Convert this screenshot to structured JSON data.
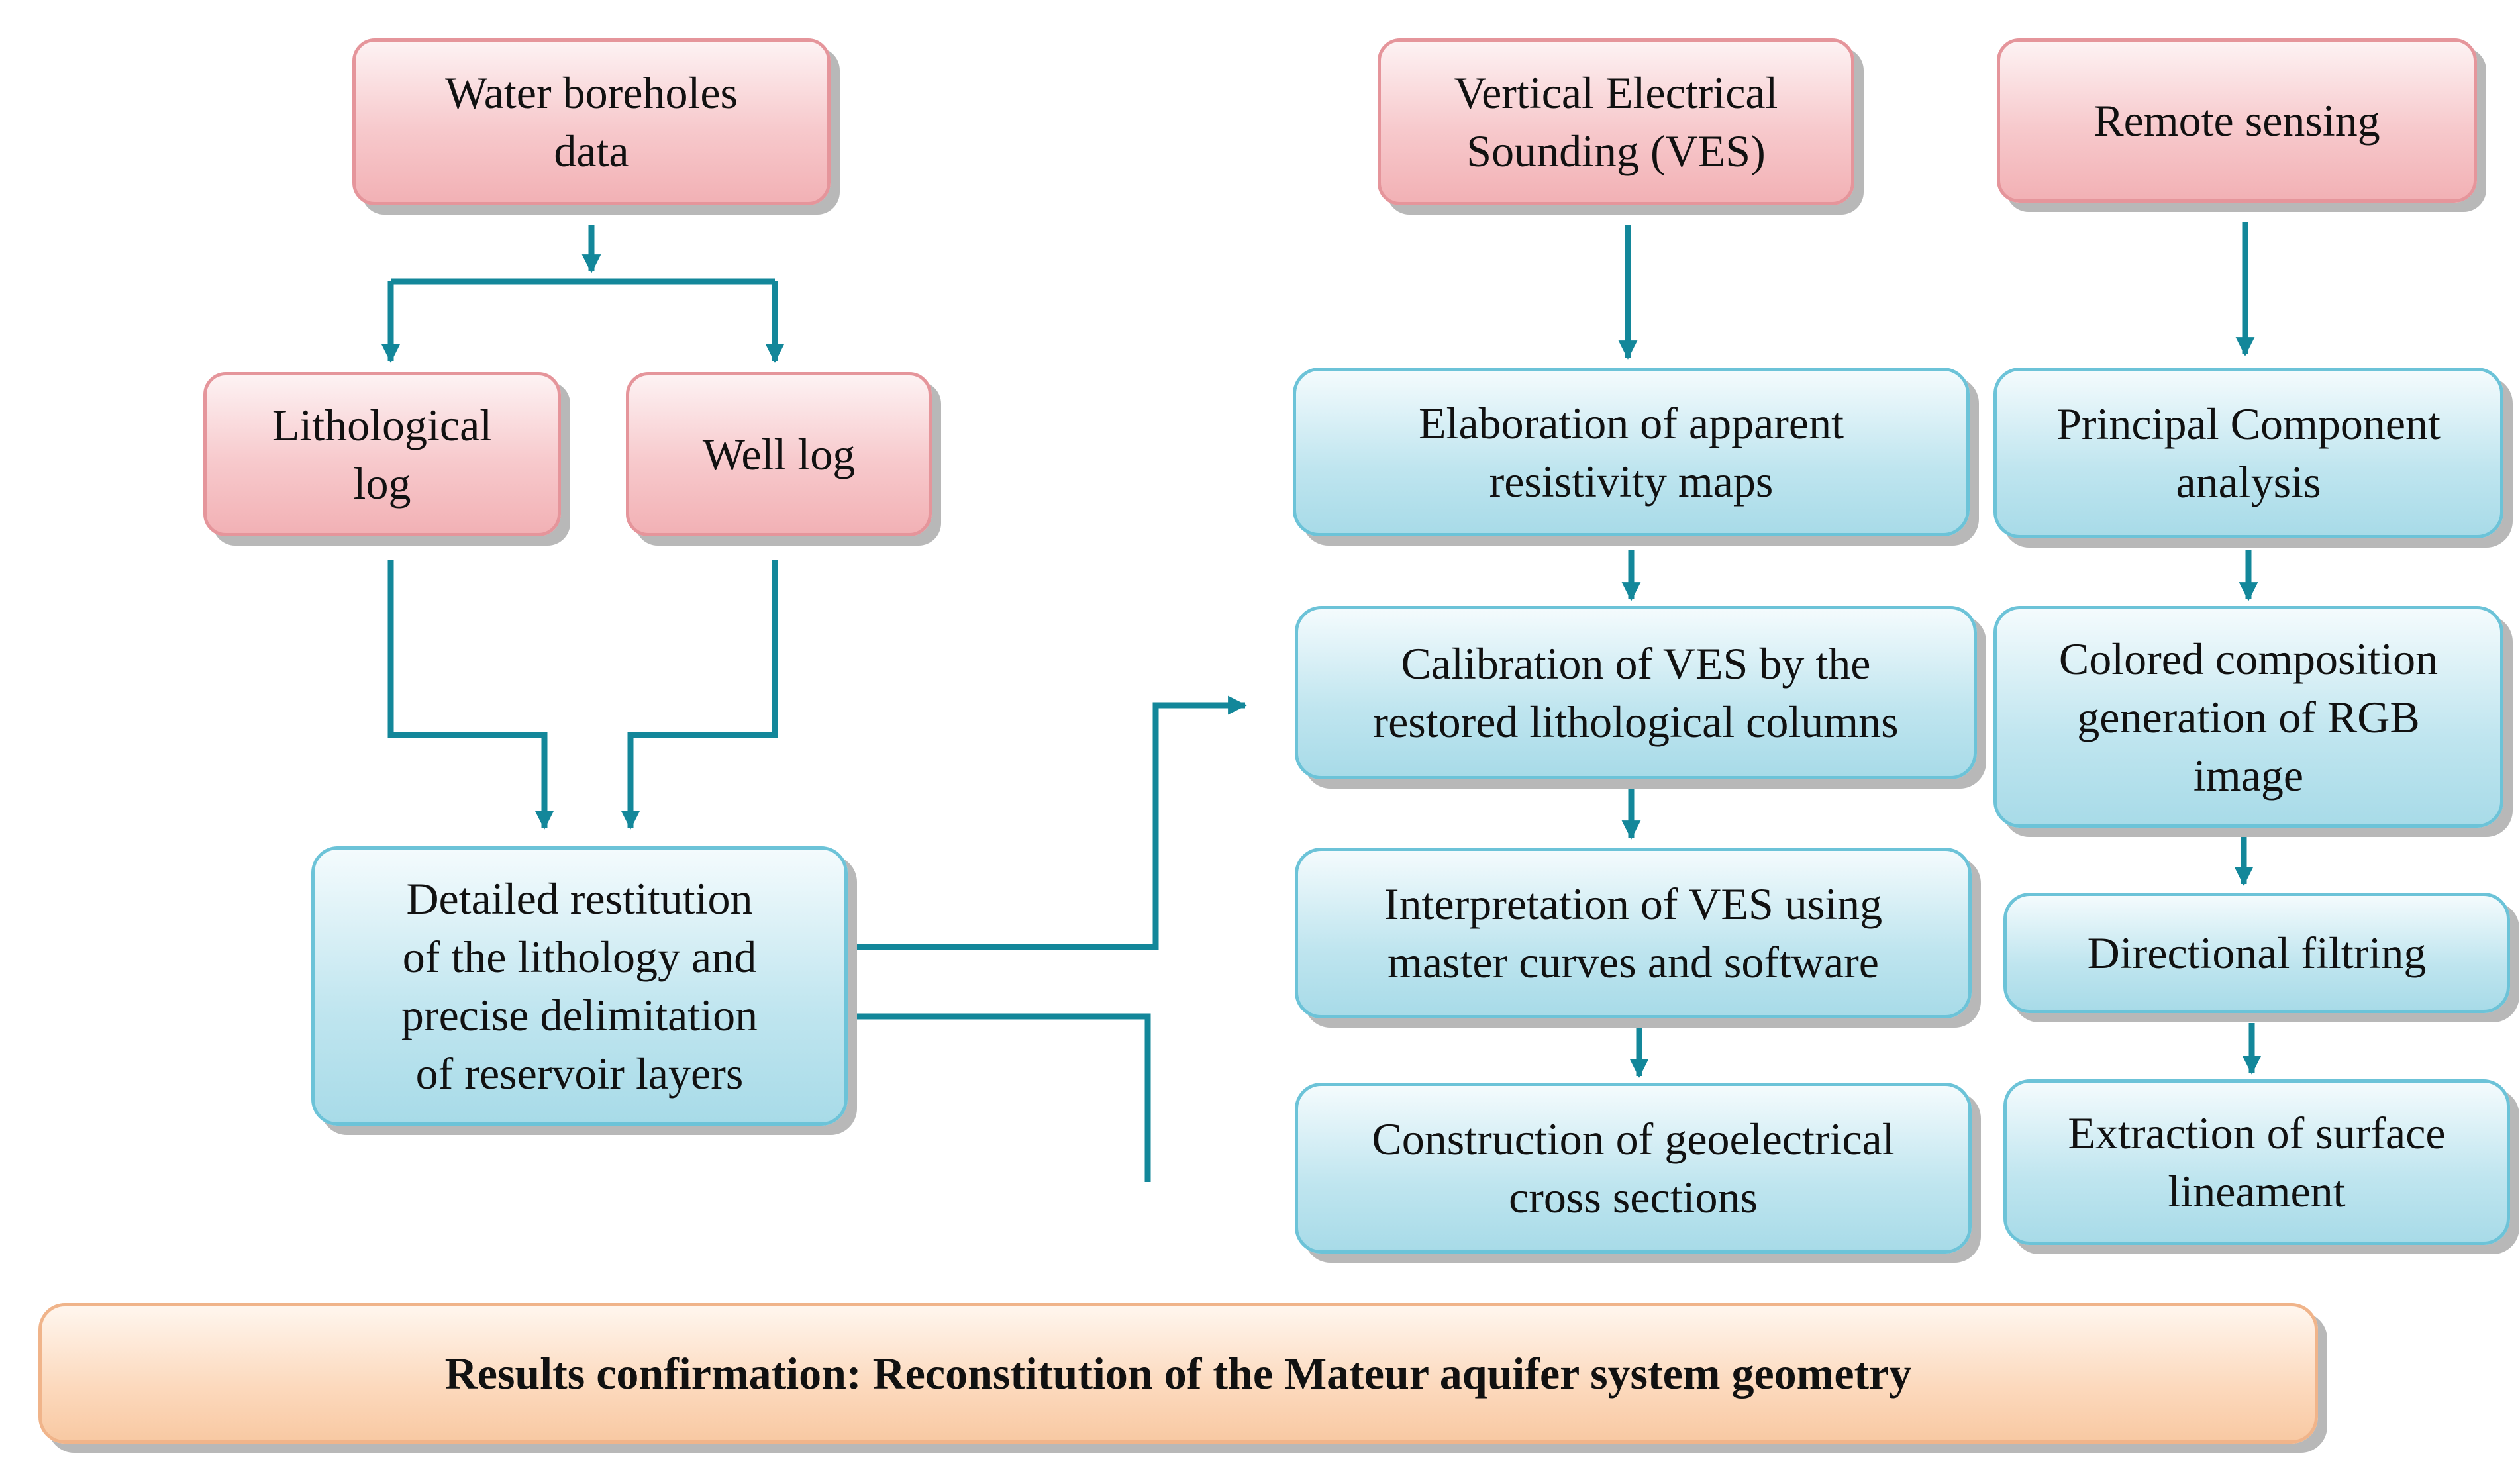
{
  "nodes": {
    "water_boreholes": "Water boreholes\ndata",
    "lithological_log": "Lithological\nlog",
    "well_log": "Well log",
    "detailed_restitution": "Detailed restitution\nof the lithology and\nprecise delimitation\nof reservoir layers",
    "ves": "Vertical Electrical\nSounding (VES)",
    "elaboration": "Elaboration of apparent\nresistivity maps",
    "calibration": "Calibration of VES by the\nrestored lithological columns",
    "interpretation": "Interpretation of VES using\nmaster curves and software",
    "construction": "Construction of geoelectrical\ncross sections",
    "remote_sensing": "Remote sensing",
    "pca": "Principal Component\nanalysis",
    "colored_composition": "Colored composition\ngeneration of RGB\nimage",
    "directional_filtring": "Directional filtring",
    "extraction": "Extraction of surface\nlineament",
    "results": "Results confirmation: Reconstitution of the Mateur aquifer system geometry"
  },
  "colors": {
    "arrow": "#13879a",
    "pink_fill": "#f7c9cc",
    "blue_fill": "#bfe5ef",
    "peach_fill": "#fcd9bd"
  }
}
